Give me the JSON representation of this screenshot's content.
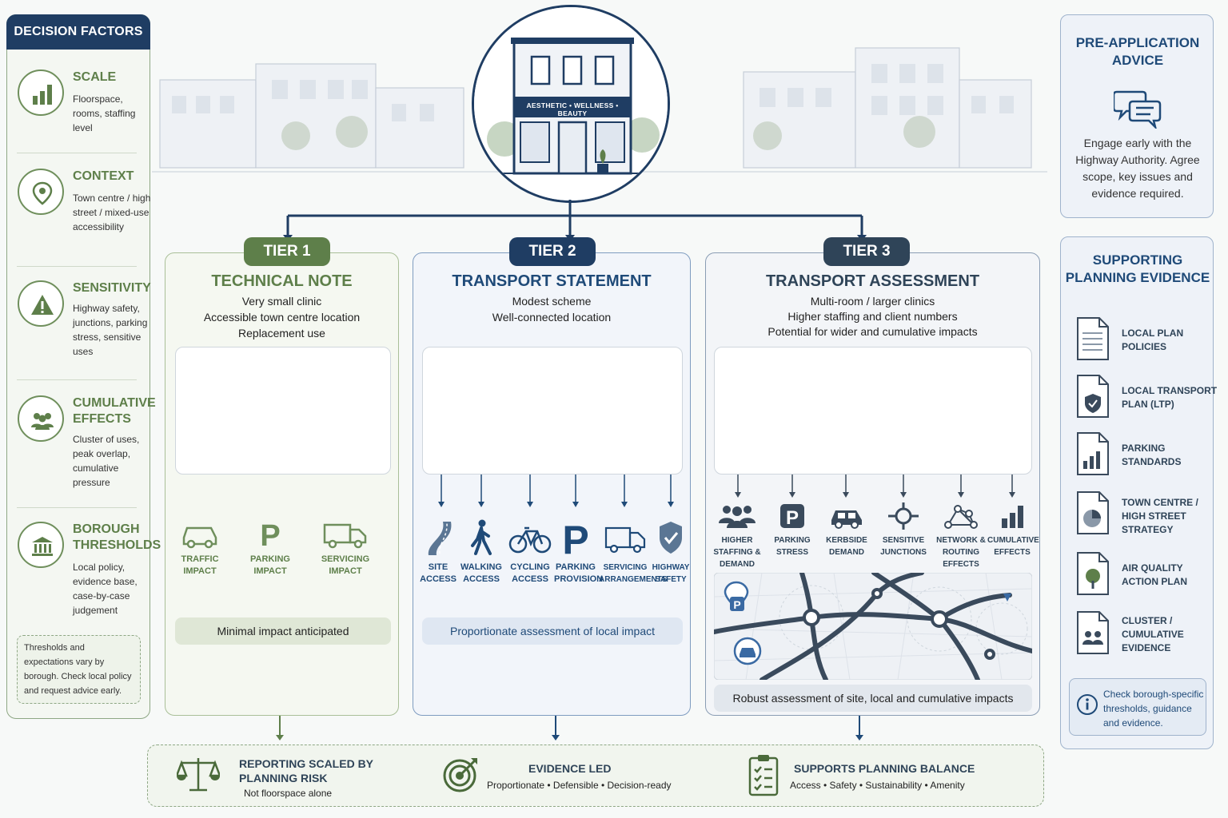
{
  "decision_factors": {
    "header": "DECISION FACTORS",
    "items": [
      {
        "title": "SCALE",
        "desc": "Floorspace, rooms, staffing level",
        "icon": "bar-chart-icon"
      },
      {
        "title": "CONTEXT",
        "desc": "Town centre / high street / mixed-use accessibility",
        "icon": "location-pin-icon"
      },
      {
        "title": "SENSITIVITY",
        "desc": "Highway safety, junctions, parking stress, sensitive uses",
        "icon": "warning-icon"
      },
      {
        "title": "CUMULATIVE EFFECTS",
        "desc": "Cluster of uses, peak overlap, cumulative pressure",
        "icon": "people-group-icon"
      },
      {
        "title": "BOROUGH THRESHOLDS",
        "desc": "Local policy, evidence base, case-by-case judgement",
        "icon": "civic-building-icon"
      }
    ],
    "note": "Thresholds and expectations vary by borough. Check local policy and request advice early."
  },
  "hero": {
    "shop_sign": "AESTHETIC • WELLNESS • BEAUTY"
  },
  "tiers": [
    {
      "badge": "TIER 1",
      "title": "TECHNICAL NOTE",
      "lines": [
        "Very small clinic",
        "Accessible town centre location",
        "Replacement use"
      ],
      "impacts": [
        "TRAFFIC IMPACT",
        "PARKING IMPACT",
        "SERVICING IMPACT"
      ],
      "footer": "Minimal impact anticipated"
    },
    {
      "badge": "TIER 2",
      "title": "TRANSPORT STATEMENT",
      "lines": [
        "Modest scheme",
        "Well-connected location"
      ],
      "impacts": [
        "SITE ACCESS",
        "WALKING ACCESS",
        "CYCLING ACCESS",
        "PARKING PROVISION",
        "SERVICING ARRANGEMENTS",
        "HIGHWAY SAFETY"
      ],
      "footer": "Proportionate assessment of local impact"
    },
    {
      "badge": "TIER 3",
      "title": "TRANSPORT ASSESSMENT",
      "lines": [
        "Multi-room / larger clinics",
        "Higher staffing and client numbers",
        "Potential for wider and cumulative impacts"
      ],
      "impacts": [
        "HIGHER STAFFING & DEMAND",
        "PARKING STRESS",
        "KERBSIDE DEMAND",
        "SENSITIVE JUNCTIONS",
        "NETWORK & ROUTING EFFECTS",
        "CUMULATIVE EFFECTS"
      ],
      "footer": "Robust assessment of site, local and cumulative impacts"
    }
  ],
  "pre_application": {
    "title": "PRE-APPLICATION ADVICE",
    "desc": "Engage early with the Highway Authority. Agree scope, key issues and evidence required."
  },
  "supporting_evidence": {
    "title": "SUPPORTING PLANNING EVIDENCE",
    "items": [
      {
        "label": "LOCAL PLAN POLICIES"
      },
      {
        "label": "LOCAL TRANSPORT PLAN (LTP)"
      },
      {
        "label": "PARKING STANDARDS"
      },
      {
        "label": "TOWN CENTRE / HIGH STREET STRATEGY"
      },
      {
        "label": "AIR QUALITY ACTION PLAN"
      },
      {
        "label": "CLUSTER / CUMULATIVE EVIDENCE"
      }
    ],
    "note": "Check borough-specific thresholds, guidance and evidence."
  },
  "bottom": {
    "items": [
      {
        "title": "REPORTING SCALED BY PLANNING RISK",
        "sub": "Not floorspace alone"
      },
      {
        "title": "EVIDENCE LED",
        "sub": "Proportionate • Defensible • Decision-ready"
      },
      {
        "title": "SUPPORTS PLANNING BALANCE",
        "sub": "Access • Safety • Sustainability • Amenity"
      }
    ]
  },
  "colors": {
    "navy": "#1f3d63",
    "green": "#6f8f5c",
    "blue": "#1f4a78",
    "slate": "#3a4a5c"
  }
}
